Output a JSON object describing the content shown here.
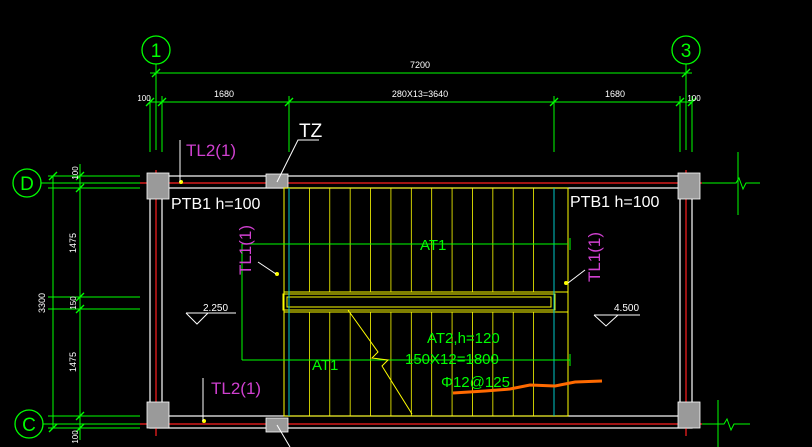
{
  "axes": {
    "axis_1": "1",
    "axis_3": "3",
    "axis_D": "D",
    "axis_C": "C"
  },
  "dimensions": {
    "total_width": "7200",
    "left_edge": "100",
    "left_span": "1680",
    "middle_span": "280X13=3640",
    "right_span": "1680",
    "right_edge": "100",
    "total_height": "3300",
    "v_top_edge": "100",
    "v_upper_span": "1475",
    "v_middle": "150",
    "v_lower_span": "1475",
    "v_bottom_edge": "100"
  },
  "labels": {
    "tz": "TZ",
    "tl2_top": "TL2(1)",
    "tl2_bottom": "TL2(1)",
    "tl1_left": "TL1(1)",
    "tl1_right": "TL1(1)",
    "ptb_left": "PTB1  h=100",
    "ptb_right": "PTB1  h=100",
    "at1_upper": "AT1",
    "at1_lower": "AT1",
    "at2_line1": "AT2,h=120",
    "at2_line2": "150X12=1800",
    "at2_line3": "Φ12@125",
    "elev_left": "2.250",
    "elev_right": "4.500"
  },
  "colors": {
    "background": "#000000",
    "axis_green": "#00ff00",
    "wall": "#ffffff",
    "stair": "#ffff00",
    "beam_magenta": "#d040d0",
    "axis_red": "#ff2020",
    "column_gray": "#9a9a9a",
    "rebar_orange": "#ff6a00",
    "cyan": "#00c8c8"
  }
}
